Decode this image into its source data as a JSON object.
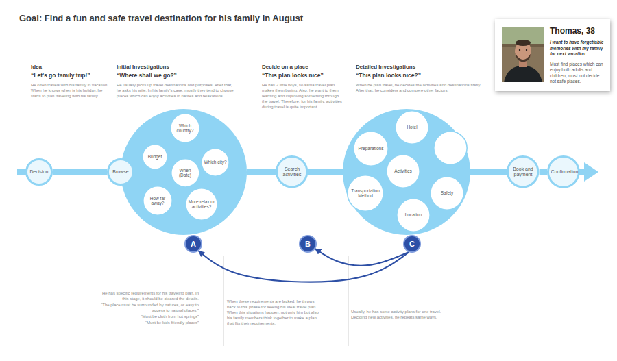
{
  "diagram": {
    "title": "Goal: Find a fun and safe travel destination for his family in August",
    "nodes": [
      {
        "text": [
          "Thomas, 38",
          "I want to have  forgettable memories with my family for next vacation.",
          "Must find places which can enjoy both adults and children, must not decide not safe places."
        ]
      },
      {
        "text": [
          "Decision"
        ]
      },
      {
        "text": [
          "Browse"
        ]
      },
      {
        "text": []
      },
      {
        "text": [
          "Which country?"
        ],
        "in": 3
      },
      {
        "text": [
          "Budget"
        ],
        "in": 3
      },
      {
        "text": [
          "Which city?"
        ],
        "in": 3
      },
      {
        "text": [
          "When (Date)"
        ],
        "in": 3
      },
      {
        "text": [
          "How far away?"
        ],
        "in": 3
      },
      {
        "text": [
          "More relax or activities?"
        ],
        "in": 3
      },
      {
        "text": [
          "Search activities"
        ]
      },
      {
        "text": []
      },
      {
        "text": [
          "Hotel"
        ],
        "in": 11
      },
      {
        "text": [
          "Preparations"
        ],
        "in": 11
      },
      {
        "text": [
          "Activities"
        ],
        "in": 11
      },
      {
        "text": [
          "Transportation Method"
        ],
        "in": 11
      },
      {
        "text": [
          "Safety"
        ],
        "in": 11
      },
      {
        "text": [
          "Location"
        ],
        "in": 11
      },
      {
        "text": [
          "Book and payment"
        ]
      },
      {
        "text": [
          "Confirmation"
        ]
      },
      {
        "text": [
          "A"
        ]
      },
      {
        "text": [
          "B"
        ]
      },
      {
        "text": [
          "C"
        ]
      }
    ],
    "edges": [
      {
        "from": 1,
        "to": 2,
        "arrow": "none"
      },
      {
        "from": 2,
        "to": 3,
        "arrow": "none"
      },
      {
        "from": 3,
        "to": 10,
        "arrow": "none"
      },
      {
        "from": 10,
        "to": 11,
        "arrow": "none"
      },
      {
        "from": 11,
        "to": 18,
        "arrow": "none"
      },
      {
        "from": 18,
        "to": 19,
        "arrow": "none"
      },
      {
        "from": 22,
        "to": 20,
        "arrow": "to"
      },
      {
        "from": 22,
        "to": 21,
        "arrow": "to"
      }
    ],
    "labels": [
      "Idea",
      "“Let's go family trip!”",
      "He often travels with his family in vacation. When he knows when is his holiday, he starts to plan traveling with his family.",
      "Initial Investigations",
      "“Where shall we go?”",
      "He usually picks up travel destinations and purposes. After that, he asks his wife. In his family's case, mostly they tend to choose places which can enjoy activities in natires and relaxations.",
      "Decide on a place",
      "“This plan looks nice”",
      "He has 2 little boys, so sama travel plan makes them boring. Also, he want to them learning and improving something through the travel. Therefore, for his family, activities during travel is quite important.",
      "Detailed Investigations",
      "“This plan looks nice?”",
      "When he plan travel, he decides the activities and destinations firstly. After that, he considers and compere other factors.",
      "He has specific requirements for his traveling plan. In this stage, it should be cleared the details.",
      "“The place must be surrounded by natures, or easy to access to natural places.”",
      "“Must be cloth from hot springs”",
      "“Must be kids-friendly places”",
      "When these requirements are lacked, he throws back to this phase for seeing his ideal travel plan. When this situations happen, not only him but also his family members think together to make a plan that fits their requirements.",
      "Usually, he has some activity plans for one travel. Deciding new activities, he repeats same ways."
    ]
  }
}
